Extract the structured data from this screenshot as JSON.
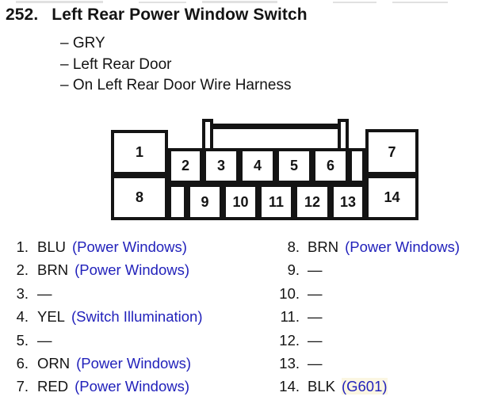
{
  "header": {
    "number": "252.",
    "title": "Left Rear Power Window Switch"
  },
  "details": {
    "line1": "– GRY",
    "line2": "– Left Rear Door",
    "line3": "– On Left Rear Door Wire Harness"
  },
  "connector": {
    "cells": [
      "1",
      "2",
      "3",
      "4",
      "5",
      "6",
      "7",
      "8",
      "9",
      "10",
      "11",
      "12",
      "13",
      "14"
    ]
  },
  "pins": {
    "left": [
      {
        "num": "1.",
        "label": "BLU",
        "note": "(Power Windows)"
      },
      {
        "num": "2.",
        "label": "BRN",
        "note": "(Power Windows)"
      },
      {
        "num": "3.",
        "label": "—",
        "note": ""
      },
      {
        "num": "4.",
        "label": "YEL",
        "note": "(Switch Illumination)"
      },
      {
        "num": "5.",
        "label": "—",
        "note": ""
      },
      {
        "num": "6.",
        "label": "ORN",
        "note": "(Power Windows)"
      },
      {
        "num": "7.",
        "label": "RED",
        "note": "(Power Windows)"
      }
    ],
    "right": [
      {
        "num": "8.",
        "label": "BRN",
        "note": "(Power Windows)"
      },
      {
        "num": "9.",
        "label": "—",
        "note": ""
      },
      {
        "num": "10.",
        "label": "—",
        "note": ""
      },
      {
        "num": "11.",
        "label": "—",
        "note": ""
      },
      {
        "num": "12.",
        "label": "—",
        "note": ""
      },
      {
        "num": "13.",
        "label": "—",
        "note": ""
      },
      {
        "num": "14.",
        "label": "BLK",
        "note": "(G601)"
      }
    ]
  },
  "colors": {
    "ink": "#141414",
    "note_blue": "#2222bb",
    "line": "#141414"
  }
}
